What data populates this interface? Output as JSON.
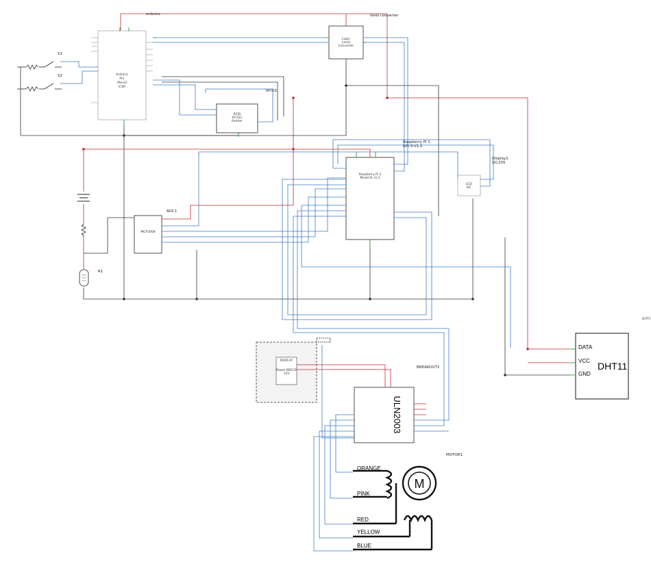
{
  "arduino": {
    "label": "arduino",
    "chip": [
      "Arduino",
      "Pro",
      "(Rev3)",
      "ICSP"
    ]
  },
  "level": {
    "label": "level converter",
    "chip": [
      "Logic",
      "Level",
      "Converter"
    ]
  },
  "s1": "S1",
  "s2": "S2",
  "rfid": {
    "label": "RFID1",
    "chip": [
      "RFID",
      "RC522",
      "Reader"
    ]
  },
  "rpi": {
    "label": "Raspberry Pi 1",
    "sub": "RPI-3-V1.2",
    "chip": [
      "Raspberry Pi 3",
      "Model B v1.2"
    ]
  },
  "display1": {
    "label": "Display1",
    "sub": "I2C20S",
    "chip": [
      "LCD",
      "I2C"
    ]
  },
  "adc": {
    "label": "ADC1",
    "chip": "MCP3008"
  },
  "r1": "R1",
  "dht": {
    "tag": "DHT1",
    "name": "DHT11",
    "pins": [
      "DATA",
      "VCC",
      "GND"
    ]
  },
  "power": {
    "label": "DISPLAY",
    "chip": [
      "Power BEECE",
      "12V"
    ]
  },
  "breakout": "BREAKOUT2",
  "uln": "ULN2003",
  "motor": {
    "label": "MOTOR1",
    "wires": [
      "ORANGE",
      "PINK",
      "RED",
      "YELLOW",
      "BLUE"
    ],
    "symbol": "M"
  },
  "colors": {
    "red": "#c0282a",
    "blue": "#3b79c6",
    "green": "#3aa24a",
    "black": "#222222"
  }
}
